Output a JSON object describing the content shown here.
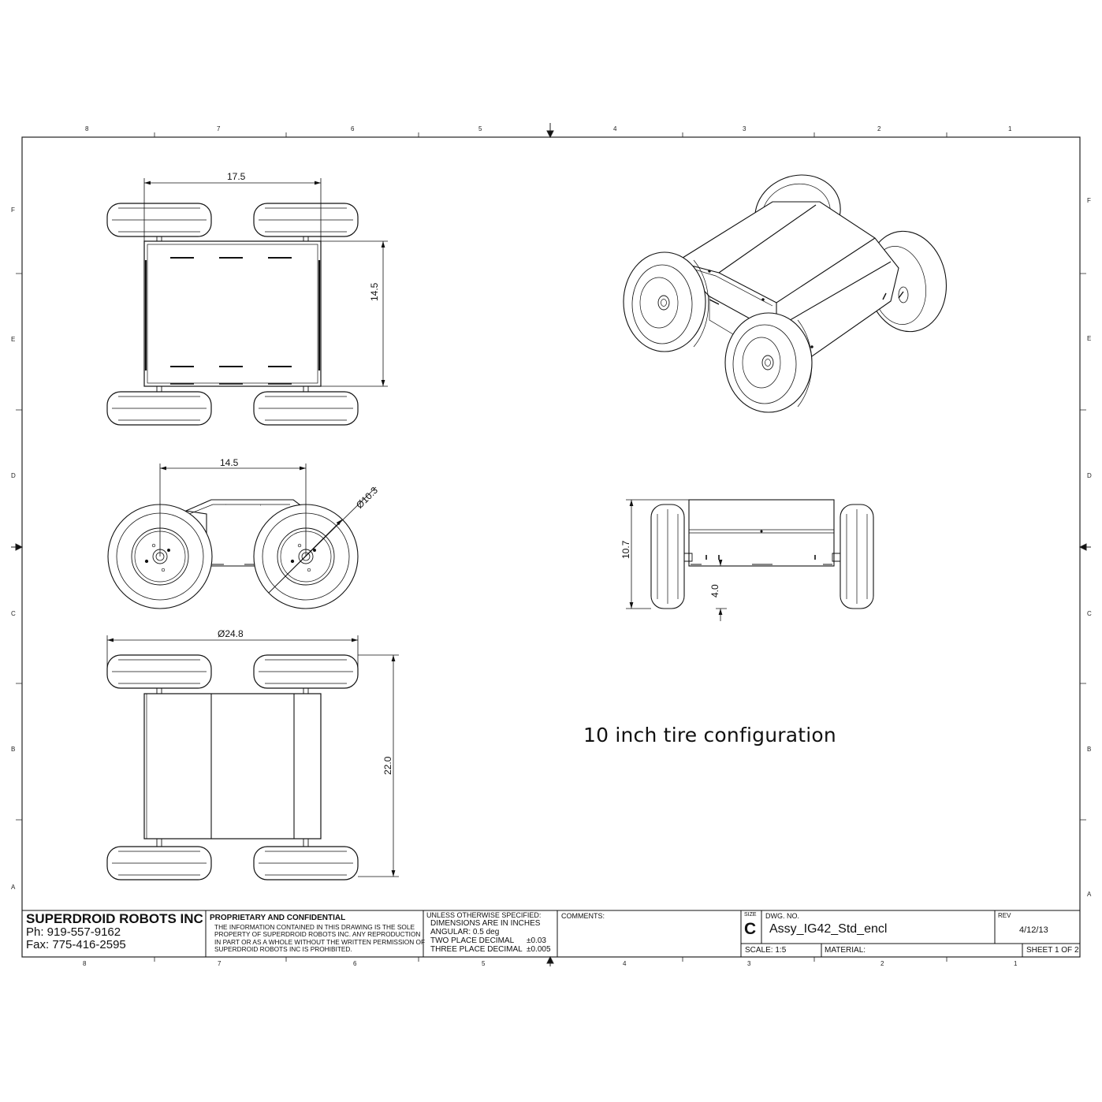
{
  "zones": {
    "cols": [
      "8",
      "7",
      "6",
      "5",
      "4",
      "3",
      "2",
      "1"
    ],
    "rows": [
      "F",
      "E",
      "D",
      "C",
      "B",
      "A"
    ]
  },
  "dimensions": {
    "top_width": "17.5",
    "top_height": "14.5",
    "side_width": "14.5",
    "wheel_diameter": "Ø10.3",
    "overall_width": "Ø24.8",
    "overall_length": "22.0",
    "front_height": "10.7",
    "ground_clearance": "4.0"
  },
  "caption": "10 inch tire configuration",
  "title_block": {
    "company": "SUPERDROID ROBOTS INC",
    "phone": "Ph: 919-557-9162",
    "fax": "Fax: 775-416-2595",
    "proprietary_title": "PROPRIETARY AND CONFIDENTIAL",
    "proprietary_lines": [
      "THE INFORMATION CONTAINED IN THIS DRAWING IS THE SOLE",
      "PROPERTY OF SUPERDROID ROBOTS INC.  ANY REPRODUCTION",
      "IN PART OR AS A WHOLE WITHOUT THE WRITTEN PERMISSION OF",
      "SUPERDROID ROBOTS INC IS PROHIBITED."
    ],
    "spec_header": "UNLESS OTHERWISE SPECIFIED:",
    "spec_lines": [
      "DIMENSIONS ARE IN INCHES",
      "ANGULAR: 0.5 deg",
      "TWO PLACE DECIMAL",
      "THREE PLACE DECIMAL"
    ],
    "spec_tolerances": [
      "±0.03",
      "±0.005"
    ],
    "comments_label": "COMMENTS:",
    "size_label": "SIZE",
    "size_value": "C",
    "dwg_no_label": "DWG.  NO.",
    "dwg_no_value": "Assy_IG42_Std_encl",
    "rev_label": "REV",
    "date": "4/12/13",
    "scale": "SCALE: 1:5",
    "material": "MATERIAL:",
    "sheet": "SHEET 1 OF 2"
  }
}
